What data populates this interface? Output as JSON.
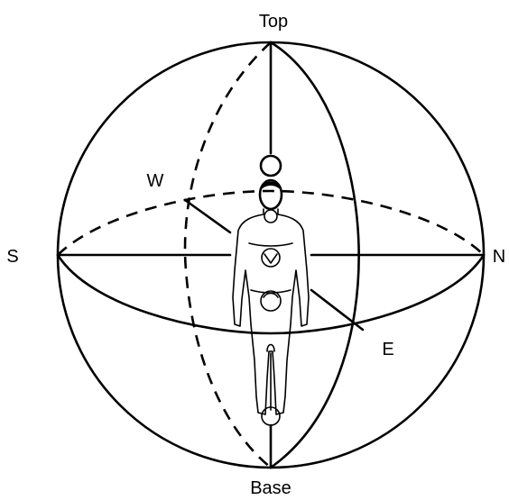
{
  "labels": {
    "top": "Top",
    "base": "Base",
    "south": "S",
    "north": "N",
    "west": "W",
    "east": "E"
  },
  "colors": {
    "ink": "#000000",
    "background": "#ffffff"
  }
}
